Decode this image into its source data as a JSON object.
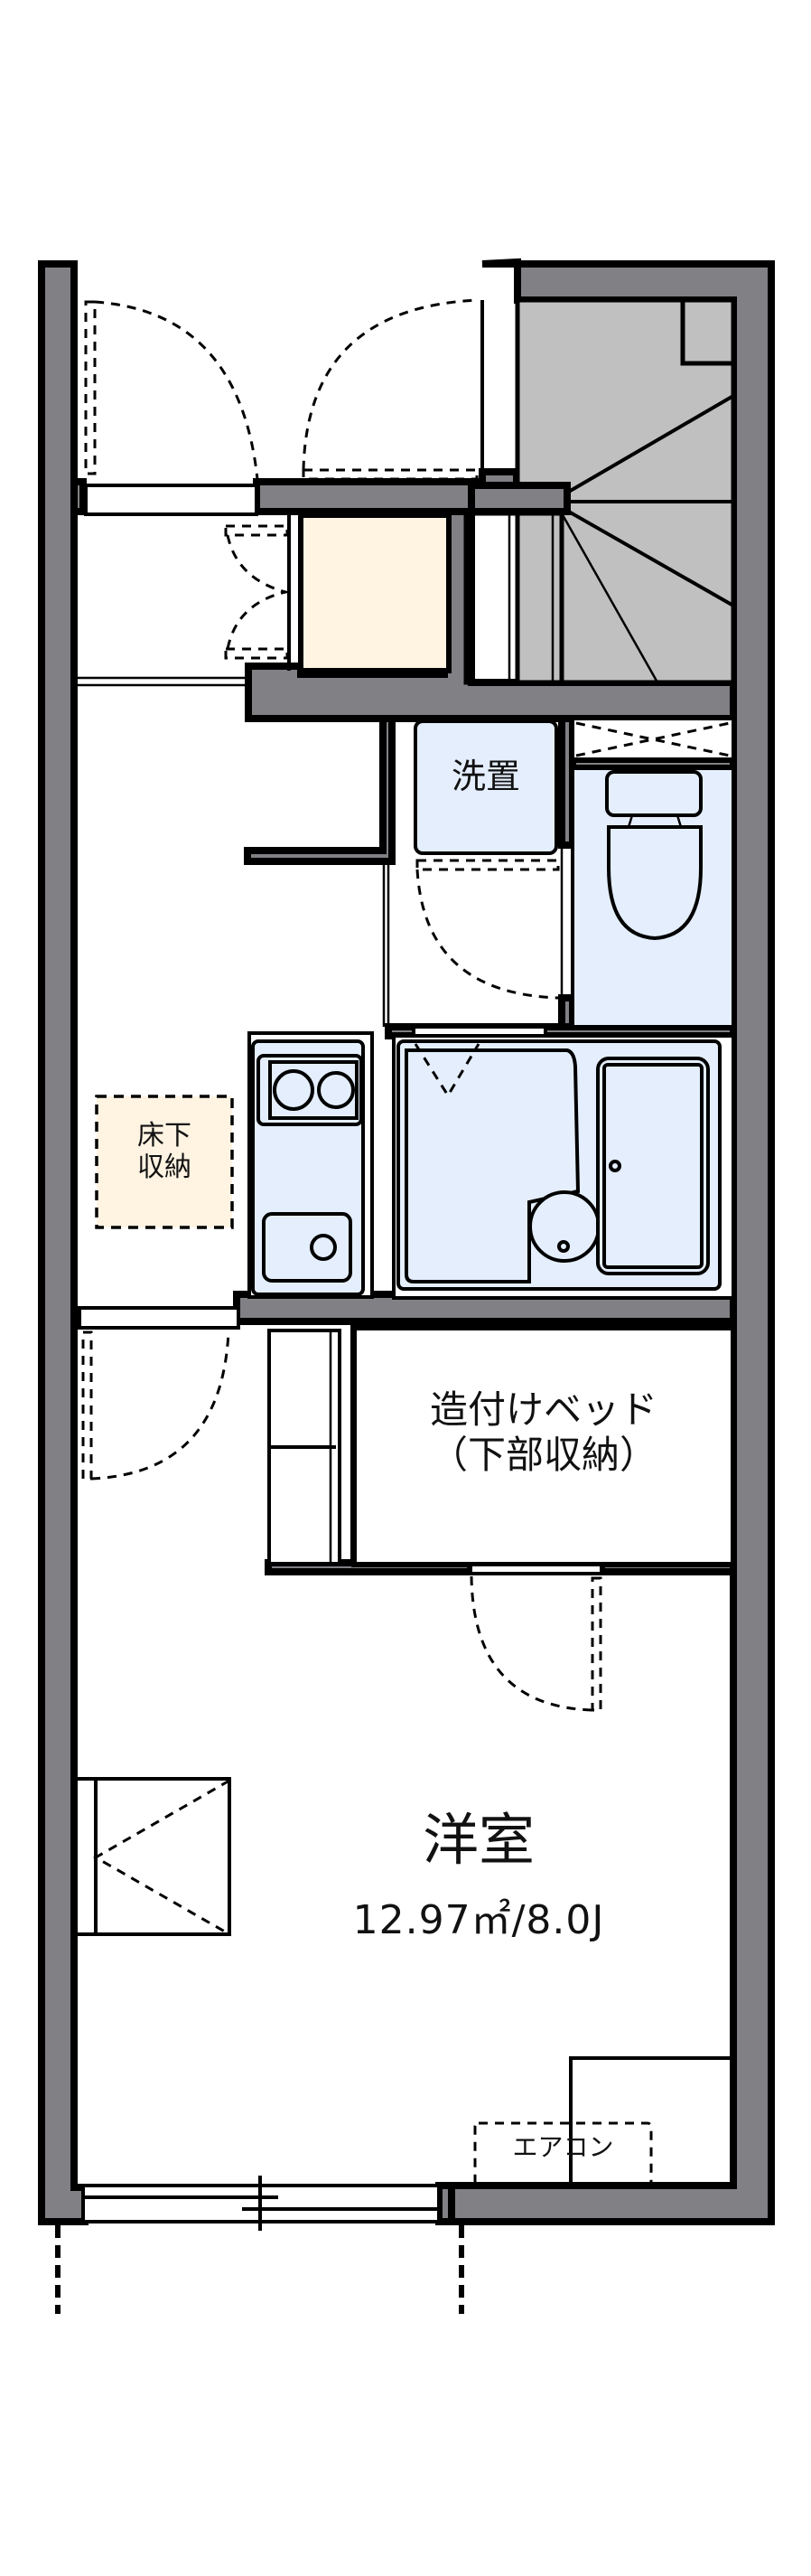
{
  "floor_plan": {
    "rooms": [
      {
        "id": "washroom-label",
        "label": "洗置"
      },
      {
        "id": "underfloor-storage",
        "label": "床下\n収納"
      },
      {
        "id": "built-in-bed",
        "label": "造付けベッド\n（下部収納）"
      },
      {
        "id": "western-room",
        "label": "洋室",
        "area": "12.97㎡/8.0J"
      },
      {
        "id": "air-conditioner",
        "label": "エアコン"
      }
    ],
    "colors": {
      "wall": "#808085",
      "stair": "#c0c0c0",
      "wet_area": "#e4eefc",
      "storage": "#fff3e2",
      "line": "#000000",
      "background": "#ffffff"
    }
  }
}
